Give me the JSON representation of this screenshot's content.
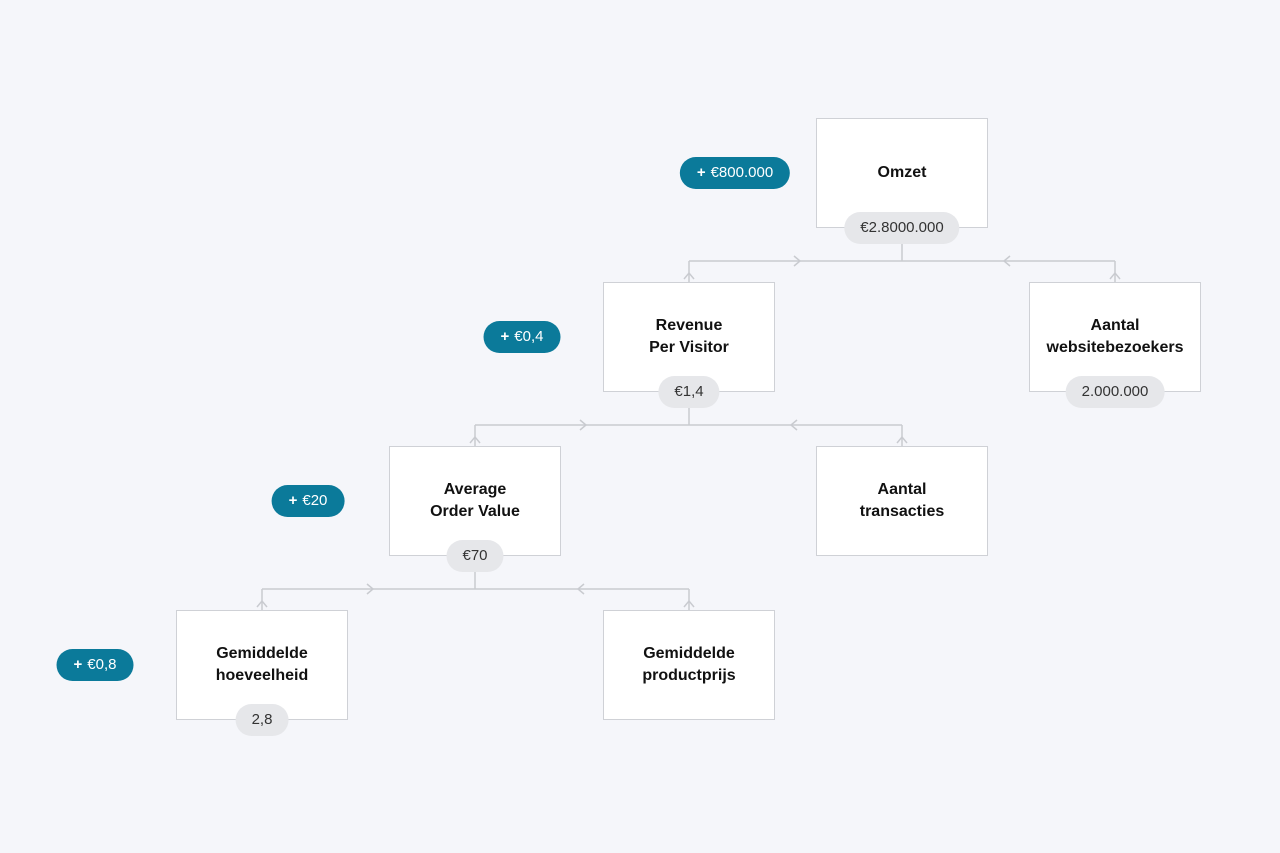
{
  "nodes": [
    {
      "id": "omzet",
      "title": "Omzet",
      "value": "€2.8000.000",
      "delta": "€800.000"
    },
    {
      "id": "rpv",
      "title": "Revenue\nPer Visitor",
      "value": "€1,4",
      "delta": "€0,4"
    },
    {
      "id": "visitors",
      "title": "Aantal\nwebsitebezoekers",
      "value": "2.000.000",
      "delta": ""
    },
    {
      "id": "aov",
      "title": "Average\nOrder Value",
      "value": "€70",
      "delta": "€20"
    },
    {
      "id": "transactions",
      "title": "Aantal\ntransacties",
      "value": "",
      "delta": ""
    },
    {
      "id": "qty",
      "title": "Gemiddelde\nhoeveelheid",
      "value": "2,8",
      "delta": "€0,8"
    },
    {
      "id": "price",
      "title": "Gemiddelde\nproductprijs",
      "value": "",
      "delta": ""
    }
  ],
  "delta_prefix": "+",
  "colors": {
    "background": "#f5f6fa",
    "accent": "#0b7a9a",
    "connector": "#c9cbd0",
    "value_pill": "#e6e7ea"
  }
}
